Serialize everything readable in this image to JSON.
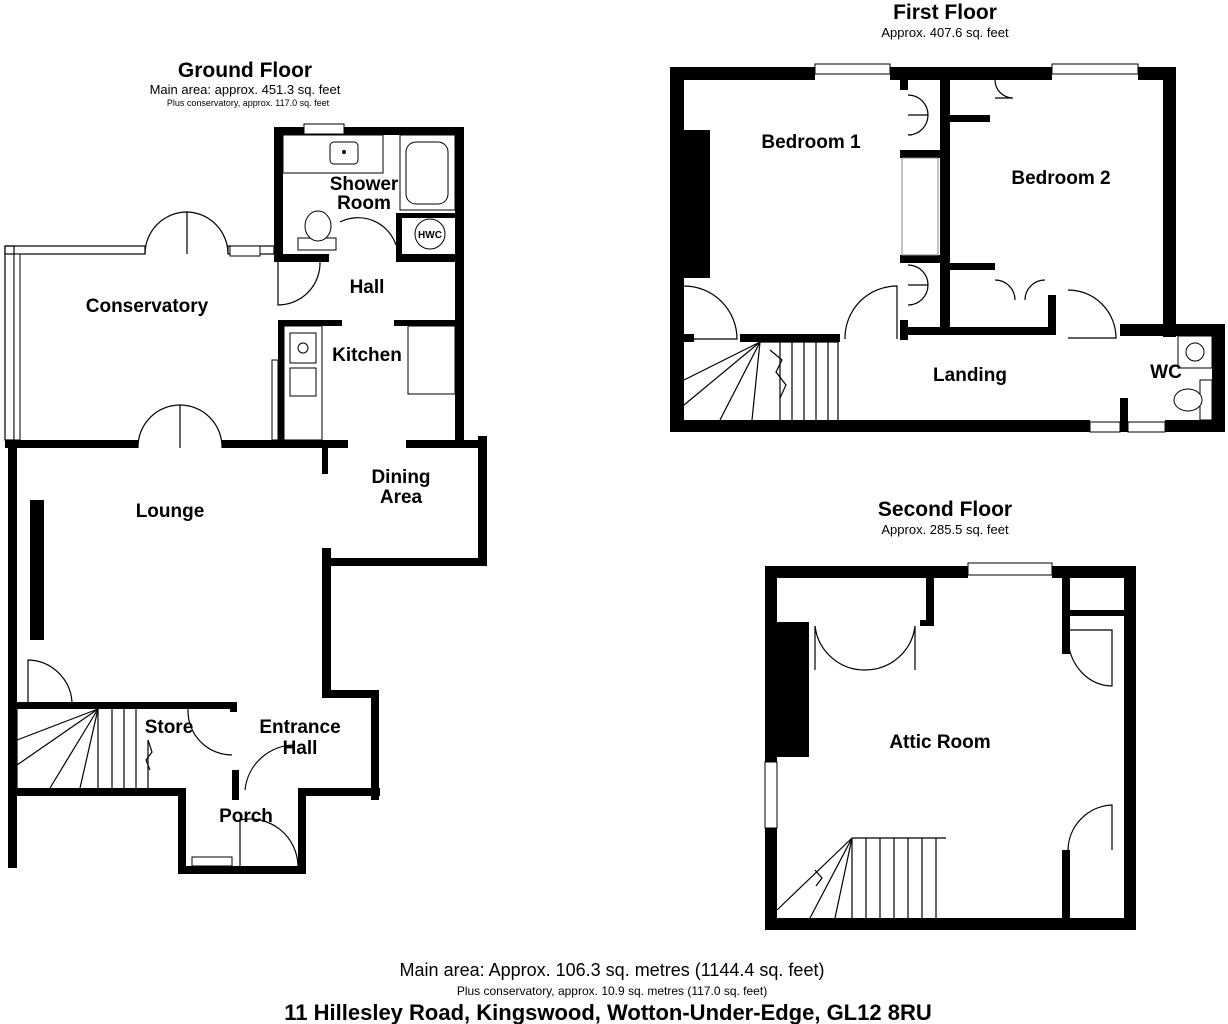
{
  "ground_floor": {
    "title": "Ground Floor",
    "area": "Main area: approx. 451.3 sq. feet",
    "conservatory_area": "Plus conservatory, approx. 117.0 sq. feet",
    "rooms": {
      "shower_line1": "Shower",
      "shower_line2": "Room",
      "hwc": "HWC",
      "hall": "Hall",
      "conservatory": "Conservatory",
      "kitchen": "Kitchen",
      "dining_line1": "Dining",
      "dining_line2": "Area",
      "lounge": "Lounge",
      "store": "Store",
      "entrance_line1": "Entrance",
      "entrance_line2": "Hall",
      "porch": "Porch"
    }
  },
  "first_floor": {
    "title": "First Floor",
    "area": "Approx. 407.6 sq. feet",
    "rooms": {
      "bedroom1": "Bedroom 1",
      "bedroom2": "Bedroom 2",
      "landing": "Landing",
      "wc": "WC"
    }
  },
  "second_floor": {
    "title": "Second Floor",
    "area": "Approx. 285.5 sq. feet",
    "rooms": {
      "attic": "Attic Room"
    }
  },
  "totals": {
    "main": "Main area: Approx. 106.3 sq. metres (1144.4 sq. feet)",
    "conservatory": "Plus conservatory, approx. 10.9 sq. metres (117.0 sq. feet)"
  },
  "address": "11 Hillesley Road, Kingswood, Wotton-Under-Edge, GL12 8RU"
}
